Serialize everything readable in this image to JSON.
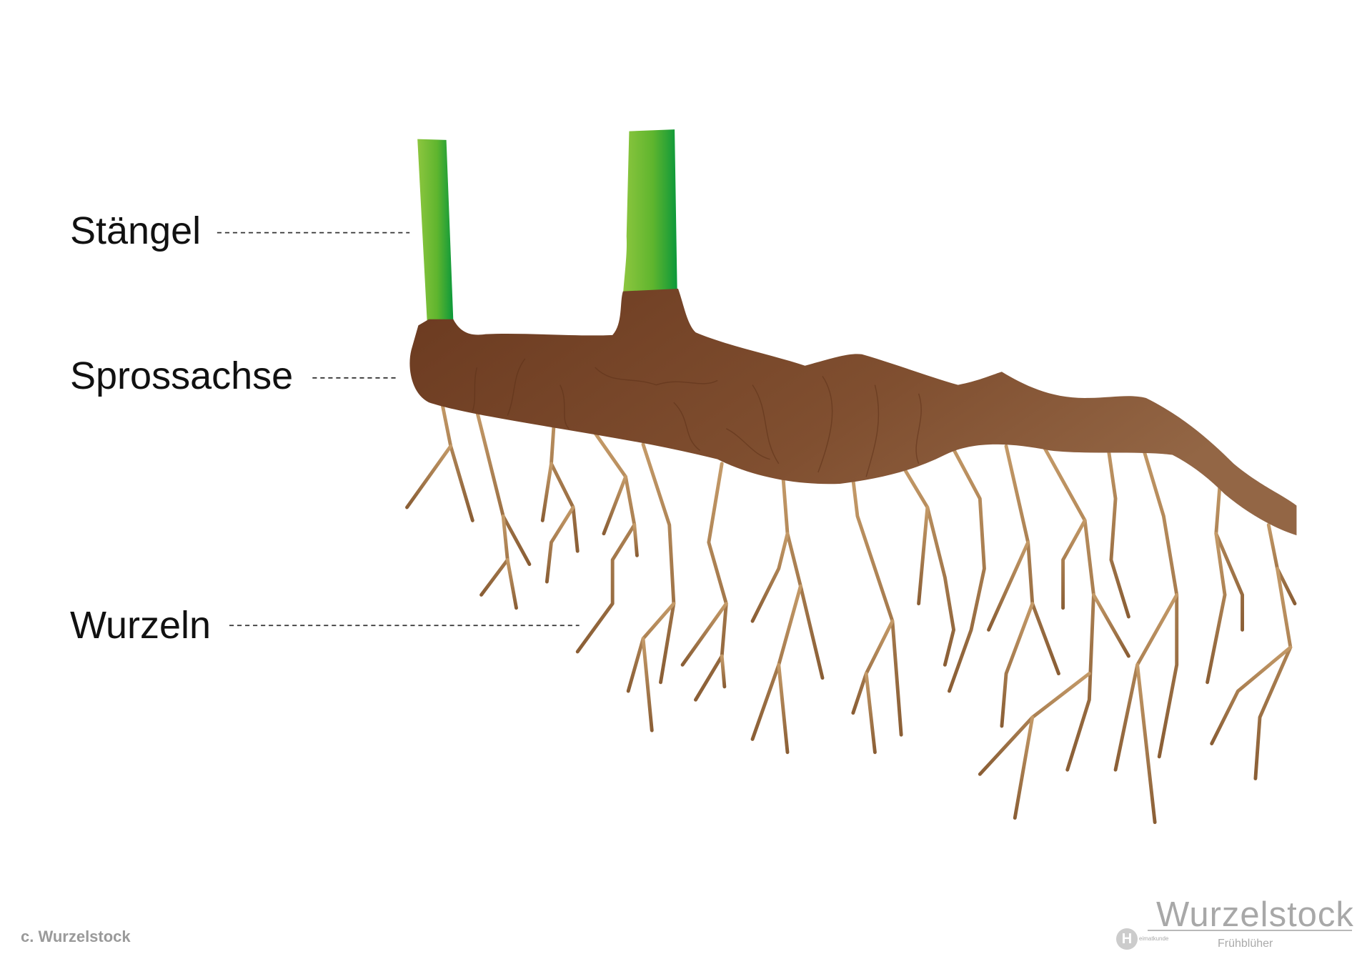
{
  "labels": {
    "stem": "Stängel",
    "rhizome_axis": "Sprossachse",
    "roots": "Wurzeln"
  },
  "footer": {
    "caption": "c. Wurzelstock",
    "logo_title": "Wurzelstock",
    "logo_subtitle": "Frühblüher",
    "badge_letter": "H",
    "badge_text": "eimatkunde"
  },
  "colors": {
    "stem_light": "#8dc63f",
    "stem_dark": "#0b983a",
    "rhizome_dark": "#6b3a20",
    "rhizome_light": "#8f6240",
    "root": "#a67c4e"
  }
}
